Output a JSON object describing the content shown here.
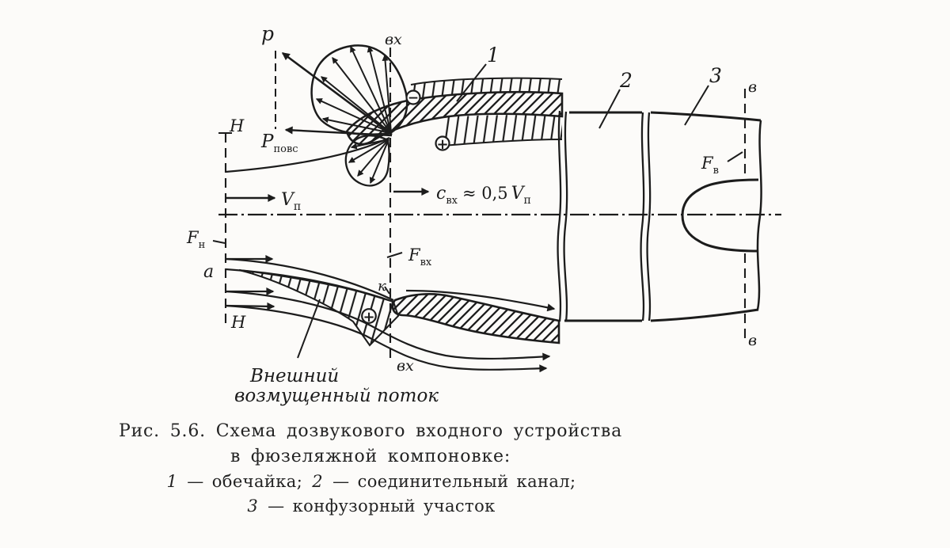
{
  "colors": {
    "ink": "#1c1c1c",
    "paper": "#fcfbf9"
  },
  "vectors": {
    "p": "p",
    "p_surface_base": "Р",
    "p_surface_sub": "повс",
    "v_flight_base": "V",
    "v_flight_sub": "п",
    "c_inlet_base": "с",
    "c_inlet_sub": "вх",
    "c_inlet_approx": "≈ 0,5",
    "c_inlet_v": "V",
    "c_inlet_v_sub": "п"
  },
  "sections": {
    "h_top": "Н",
    "h_bottom": "Н",
    "inlet_top": "вх",
    "inlet_bottom": "вх",
    "fan_top": "в",
    "fan_bottom": "в"
  },
  "areas": {
    "f_free_base": "F",
    "f_free_sub": "н",
    "f_inlet_base": "F",
    "f_inlet_sub": "вх",
    "f_fan_base": "F",
    "f_fan_sub": "в"
  },
  "points": {
    "a": "а",
    "k": "к"
  },
  "signs": {
    "minus": "−",
    "plus_inner": "+",
    "plus_lower": "+"
  },
  "part_labels": {
    "cowl": "1",
    "duct": "2",
    "confuser": "3"
  },
  "annotation": {
    "line1": "Внешний",
    "line2": "возмущенный поток"
  },
  "caption": {
    "title_line1": "Рис. 5.6. Схема дозвукового входного устройства",
    "title_line2": "в фюзеляжной компоновке:",
    "legend": [
      {
        "num": "1",
        "text": " — обечайка; "
      },
      {
        "num": "2",
        "text": " — соединительный канал;"
      },
      {
        "num": "3",
        "text": " — конфузорный участок"
      }
    ]
  }
}
